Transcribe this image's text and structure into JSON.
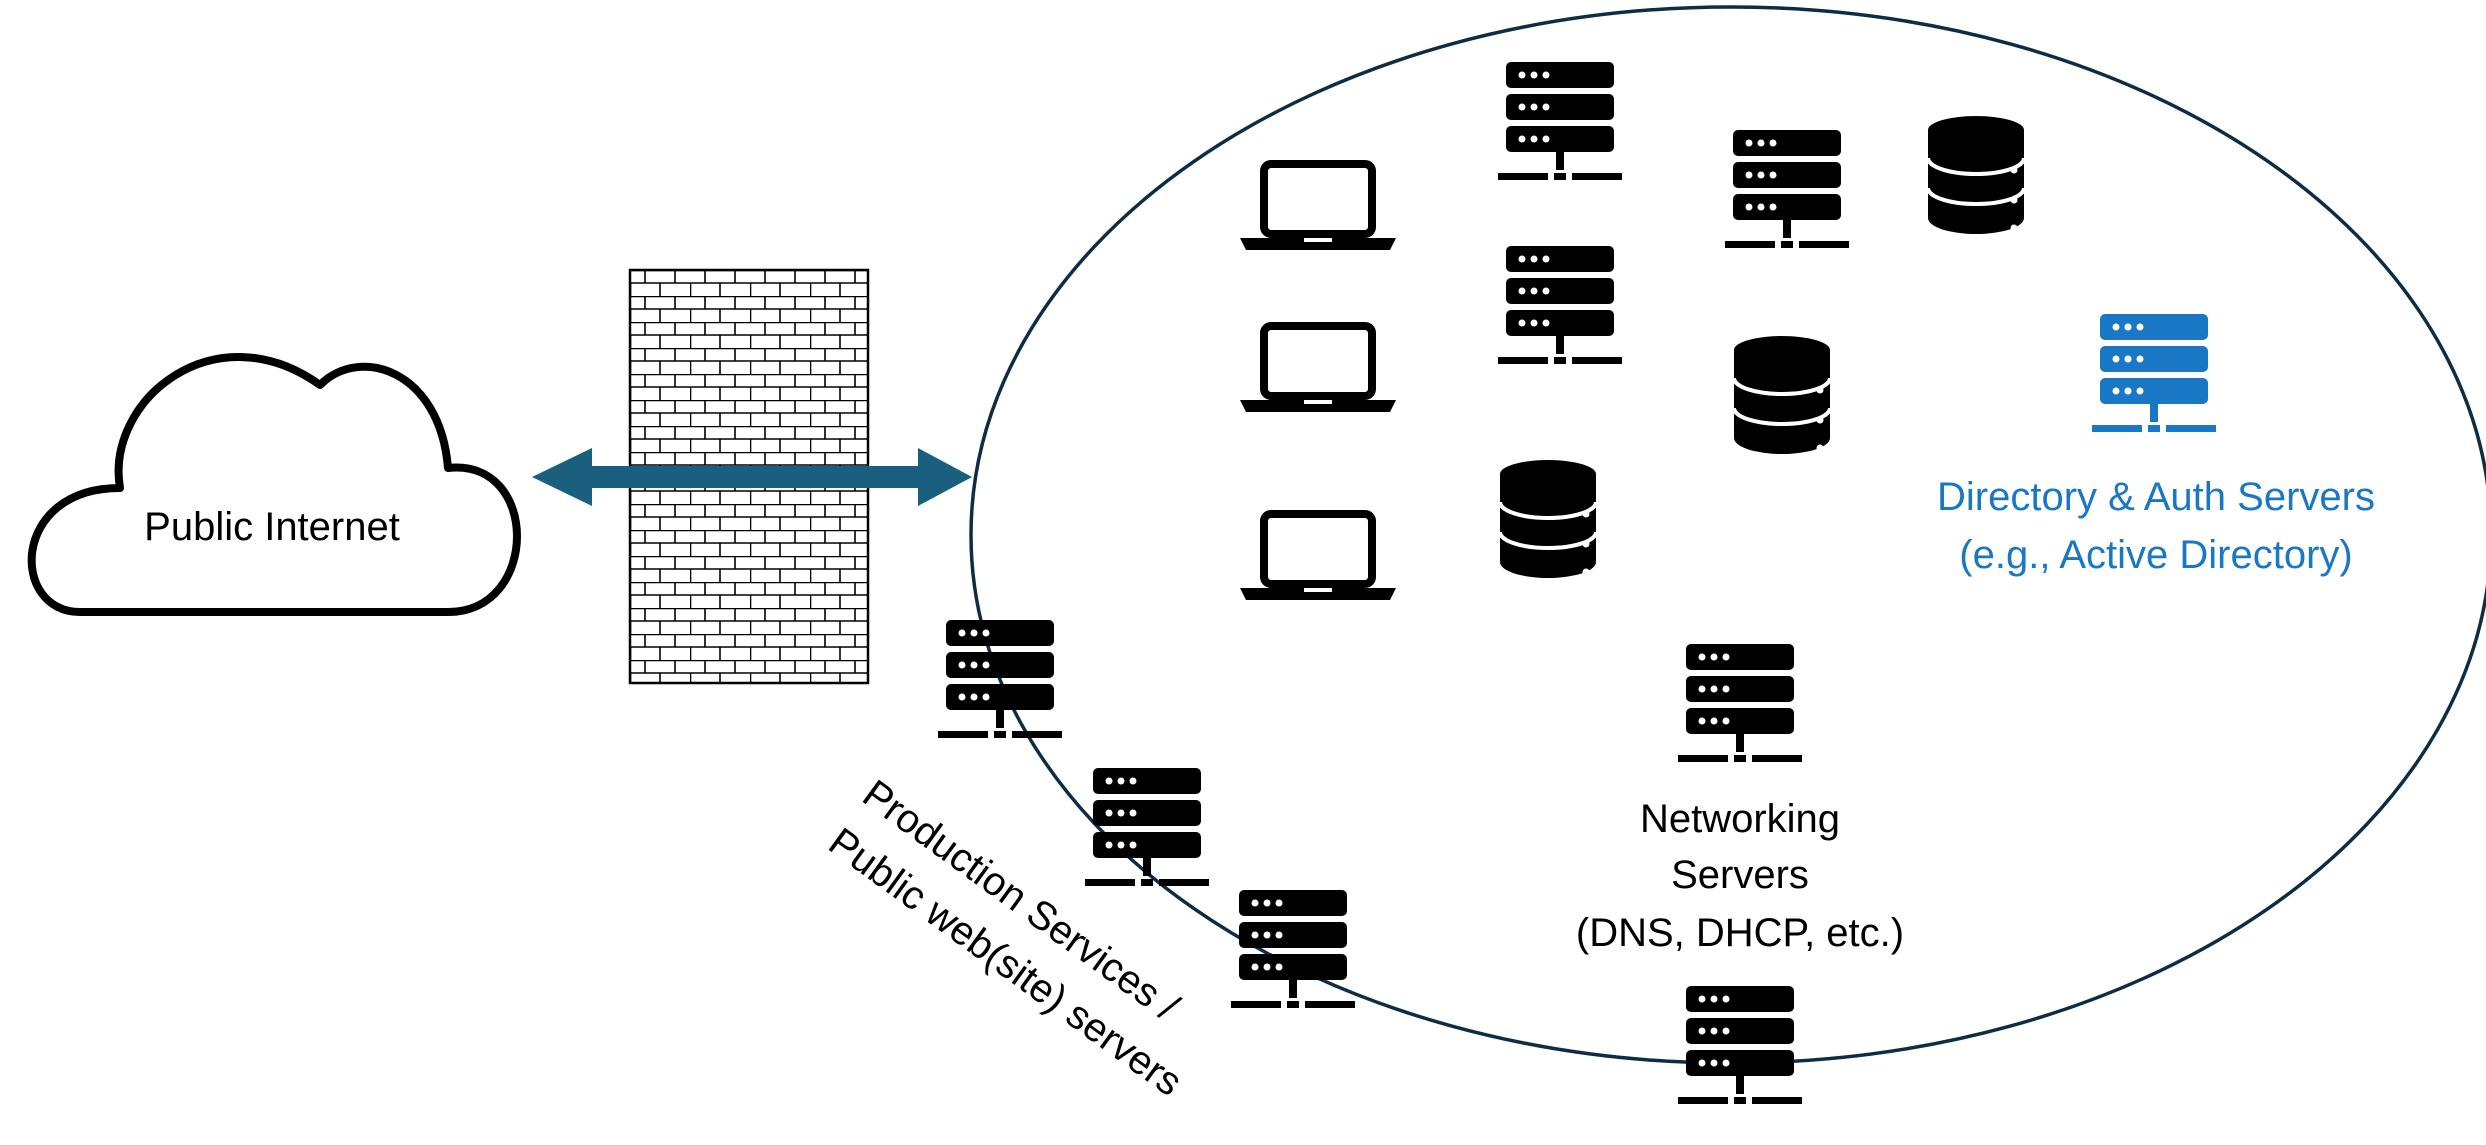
{
  "labels": {
    "internet": "Public Internet",
    "directory_line1": "Directory & Auth Servers",
    "directory_line2": "(e.g., Active Directory)",
    "networking_line1": "Networking",
    "networking_line2": "Servers",
    "networking_line3": "(DNS, DHCP, etc.)",
    "production_line1": "Production Services /",
    "production_line2": "Public web(site) servers"
  },
  "colors": {
    "ink": "#000000",
    "accent_blue": "#1a77c6",
    "arrow": "#1a5f7e",
    "network_boundary": "#0f2c45"
  },
  "icons": {
    "internet": "cloud-icon",
    "perimeter": "firewall-icon",
    "link": "double-arrow-icon",
    "workstation": "laptop-icon",
    "server": "server-rack-icon",
    "storage": "database-icon"
  }
}
